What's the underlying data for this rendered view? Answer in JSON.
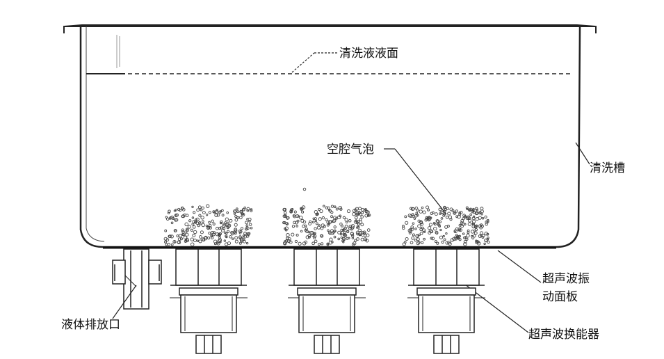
{
  "labels": {
    "liquid_surface": "清洗液液面",
    "cavitation_bubbles": "空腔气泡",
    "tank": "清洗槽",
    "vibration_plate_line1": "超声波振",
    "vibration_plate_line2": "动面板",
    "drain_port": "液体排放口",
    "transducer": "超声波换能器"
  },
  "colors": {
    "line": "#222222",
    "bubble_stroke": "#444444",
    "background": "#ffffff"
  },
  "transducer_count": 3
}
